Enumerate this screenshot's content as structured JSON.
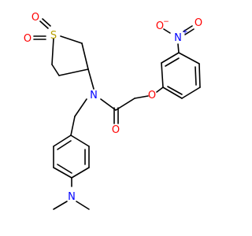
{
  "molecule": {
    "colors": {
      "bond": "#000000",
      "oxygen": "#ff0000",
      "nitrogen": "#0000ff",
      "sulfur": "#b8a000"
    },
    "atoms": {
      "sulfur": "S",
      "sulfone_o1": "O",
      "sulfone_o2": "O",
      "amide_n": "N",
      "amide_o": "O",
      "ether_o": "O",
      "nitro_n": "N",
      "nitro_n_charge": "+",
      "nitro_o_single": "O",
      "nitro_o_single_charge": "−",
      "nitro_o_double": "O",
      "dimethylamino_n": "N"
    }
  }
}
